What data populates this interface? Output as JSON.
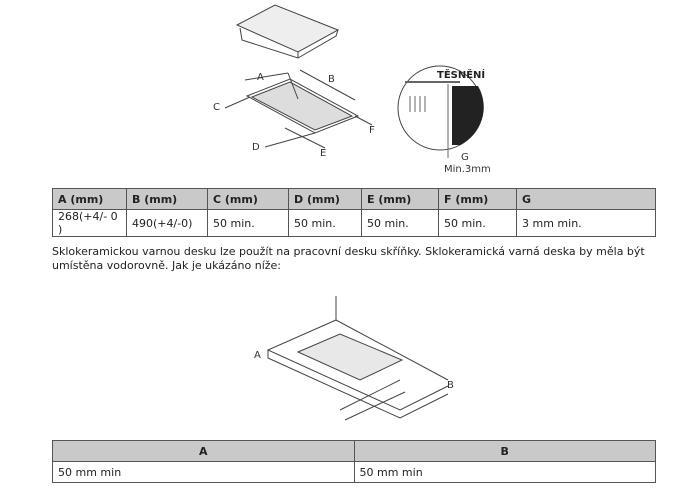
{
  "diagram_top": {
    "labels": [
      "A",
      "B",
      "C",
      "D",
      "E",
      "F"
    ],
    "seal_label": "TĚSNĚNÍ",
    "gap_label": "G",
    "gap_value": "Min.3mm"
  },
  "table1": {
    "headers": [
      "A (mm)",
      "B (mm)",
      "C (mm)",
      "D (mm)",
      "E (mm)",
      "F (mm)",
      "G"
    ],
    "values": [
      "268(+4/- 0 )",
      "490(+4/-0)",
      "50 min.",
      "50 min.",
      "50 min.",
      "50 min.",
      "3 mm min."
    ]
  },
  "paragraph": "Sklokeramickou varnou desku lze použít na pracovní desku skříňky. Sklokeramická varná deska by měla být umístěna vodorovně. Jak je ukázáno níže:",
  "diagram_bottom": {
    "labels": [
      "A",
      "B"
    ]
  },
  "table2": {
    "headers": [
      "A",
      "B"
    ],
    "values": [
      "50 mm min",
      "50 mm min"
    ]
  }
}
